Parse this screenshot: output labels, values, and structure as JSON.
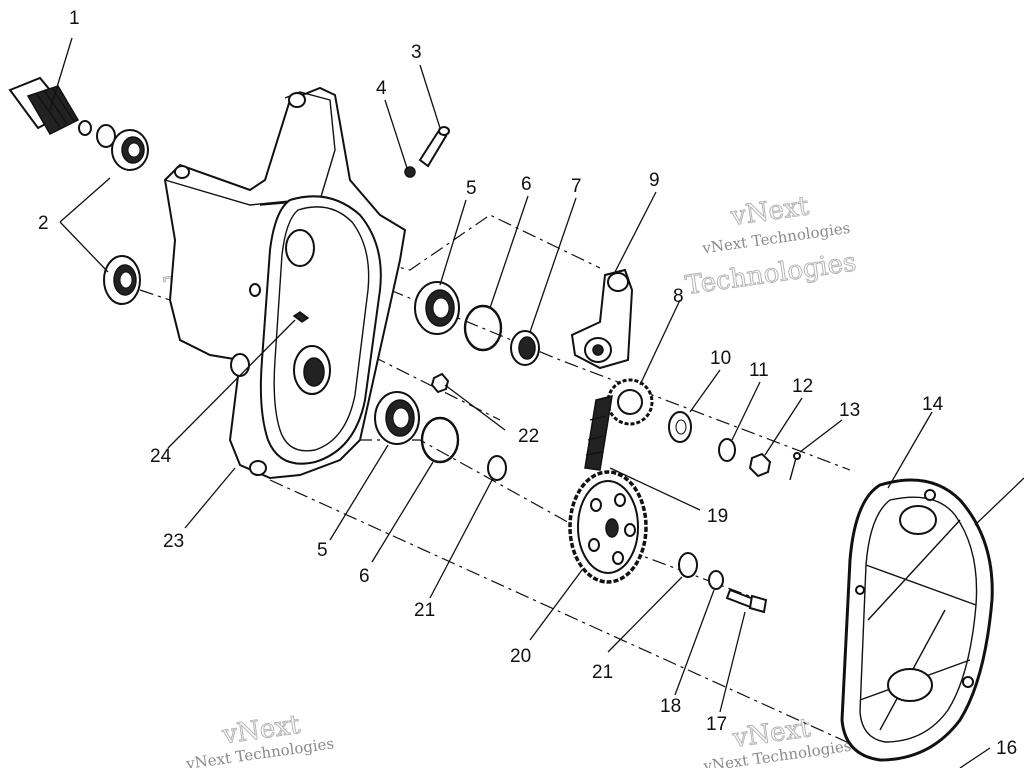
{
  "callouts": [
    {
      "id": "c1",
      "label": "1"
    },
    {
      "id": "c2",
      "label": "2"
    },
    {
      "id": "c3",
      "label": "3"
    },
    {
      "id": "c4",
      "label": "4"
    },
    {
      "id": "c5a",
      "label": "5"
    },
    {
      "id": "c6a",
      "label": "6"
    },
    {
      "id": "c7",
      "label": "7"
    },
    {
      "id": "c8",
      "label": "8"
    },
    {
      "id": "c9",
      "label": "9"
    },
    {
      "id": "c10",
      "label": "10"
    },
    {
      "id": "c11",
      "label": "11"
    },
    {
      "id": "c12",
      "label": "12"
    },
    {
      "id": "c13",
      "label": "13"
    },
    {
      "id": "c14",
      "label": "14"
    },
    {
      "id": "c16",
      "label": "16"
    },
    {
      "id": "c17",
      "label": "17"
    },
    {
      "id": "c18",
      "label": "18"
    },
    {
      "id": "c19",
      "label": "19"
    },
    {
      "id": "c20",
      "label": "20"
    },
    {
      "id": "c21a",
      "label": "21"
    },
    {
      "id": "c21b",
      "label": "21"
    },
    {
      "id": "c22",
      "label": "22"
    },
    {
      "id": "c23",
      "label": "23"
    },
    {
      "id": "c24",
      "label": "24"
    },
    {
      "id": "c5b",
      "label": "5"
    },
    {
      "id": "c6b",
      "label": "6"
    }
  ],
  "watermark": {
    "line1": "vNext Technologies",
    "line2": "Technologies",
    "line3": "vNext"
  }
}
